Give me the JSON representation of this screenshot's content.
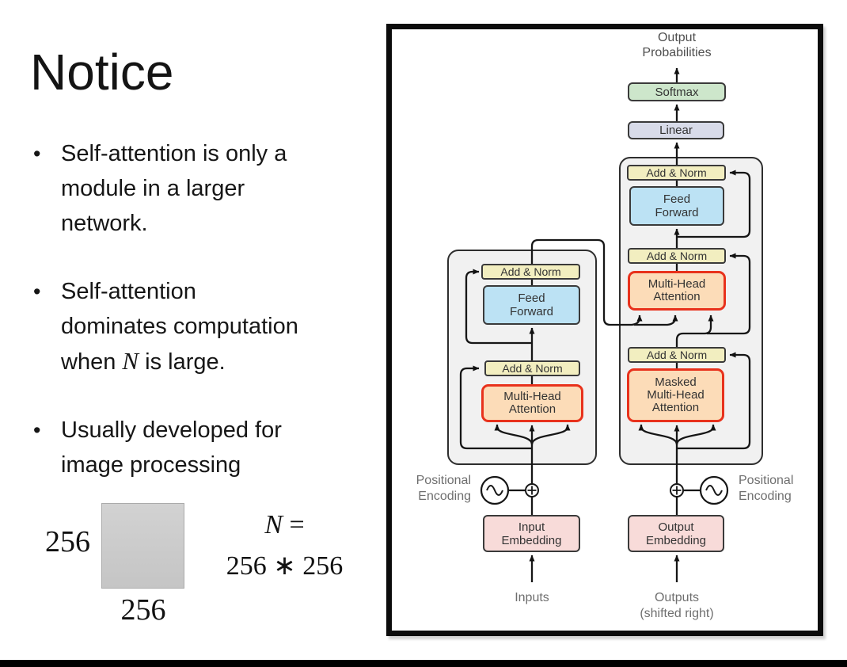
{
  "slide": {
    "title": "Notice",
    "bullet1": {
      "line1": "Self-attention is only a",
      "line2": "module in a larger",
      "line3": "network."
    },
    "bullet2": {
      "line1": "Self-attention",
      "line2": "dominates computation",
      "line3_pre": "when ",
      "line3_math": "N",
      "line3_post": " is large."
    },
    "bullet3": {
      "line1": "Usually developed for",
      "line2": "image processing"
    },
    "figure": {
      "left_label": "256",
      "bottom_label": "256",
      "formula_math": "N",
      "formula_eq": " =",
      "formula_line2": "256 ∗ 256",
      "square_color": "#c9c9c9"
    }
  },
  "diagram": {
    "output_probabilities": [
      "Output",
      "Probabilities"
    ],
    "softmax": "Softmax",
    "linear": "Linear",
    "add_norm": "Add & Norm",
    "feed_forward": [
      "Feed",
      "Forward"
    ],
    "multi_head_attention": [
      "Multi-Head",
      "Attention"
    ],
    "masked_multi_head_attention": [
      "Masked",
      "Multi-Head",
      "Attention"
    ],
    "input_embedding": [
      "Input",
      "Embedding"
    ],
    "output_embedding": [
      "Output",
      "Embedding"
    ],
    "positional_encoding": [
      "Positional",
      "Encoding"
    ],
    "inputs": "Inputs",
    "outputs": "Outputs",
    "shifted_right": "(shifted right)",
    "colors": {
      "softmax_green": "#cde6cb",
      "linear_lavender": "#d8dbe9",
      "add_norm_yellow": "#f2eec0",
      "feed_forward_blue": "#bce2f4",
      "attention_orange": "#fcdcb8",
      "attention_border_red": "#e8321c",
      "embedding_pink": "#f8dbd9",
      "container_gray": "#f1f1f1",
      "frame_black": "#0c0c0c"
    }
  }
}
